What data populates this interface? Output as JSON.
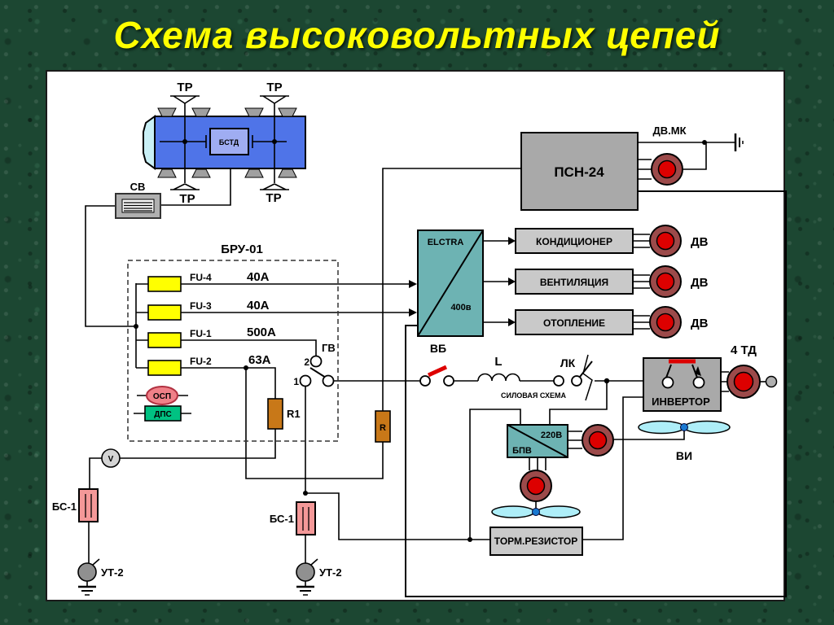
{
  "title": "Схема высоковольтных цепей",
  "colors": {
    "background": "#1c4732",
    "title": "#ffff00",
    "panel": "#ffffff",
    "teal_converter": "#6db3b3",
    "gray_box": "#a9a9a9",
    "light_gray_box": "#c9c9c9",
    "fuse_yellow": "#ffff00",
    "resistor_orange": "#c87818",
    "motor_ring": "#9c4a4a",
    "motor_core": "#dd0000",
    "fan_blade": "#aeeef8",
    "fan_hub": "#1878d0",
    "bs_pink": "#f49898",
    "osp_pink": "#f08088",
    "dps_green": "#00c282",
    "car_blue": "#4f74e8",
    "car_front_cyan": "#c9f0f6",
    "bstd_blue": "#9fadf2",
    "switch_red": "#dd0000"
  },
  "train": {
    "tr": "ТР",
    "bstd": "БСТД",
    "sv": "СВ"
  },
  "bru": {
    "title": "БРУ-01",
    "fuses": [
      {
        "name": "FU-4",
        "rating": "40A"
      },
      {
        "name": "FU-3",
        "rating": "40A"
      },
      {
        "name": "FU-1",
        "rating": "500A"
      },
      {
        "name": "FU-2",
        "rating": "63A"
      }
    ],
    "osp": "ОСП",
    "dps": "ДПС",
    "r1": "R1",
    "gv": "ГВ",
    "contact_2": "2",
    "contact_1": "1"
  },
  "psn": {
    "label": "ПСН-24",
    "dv_mk": "ДВ.МК"
  },
  "elctra": {
    "label": "ELCTRA",
    "voltage": "400в"
  },
  "consumers": {
    "conditioner": "КОНДИЦИОНЕР",
    "ventilation": "ВЕНТИЛЯЦИЯ",
    "heating": "ОТОПЛЕНИЕ",
    "dv": "ДВ"
  },
  "power_line": {
    "vb": "ВБ",
    "l": "L",
    "lk": "ЛК",
    "silovaya": "СИЛОВАЯ СХЕМА",
    "r": "R"
  },
  "invertor": {
    "label": "ИНВЕРТОР",
    "td": "4 ТД",
    "vi": "ВИ"
  },
  "bpv": {
    "label": "БПВ",
    "voltage": "220В"
  },
  "torm": {
    "label": "ТОРМ.РЕЗИСТОР"
  },
  "ground_chain": {
    "bs1": "БС-1",
    "ut2": "УТ-2",
    "voltmeter": "V"
  }
}
